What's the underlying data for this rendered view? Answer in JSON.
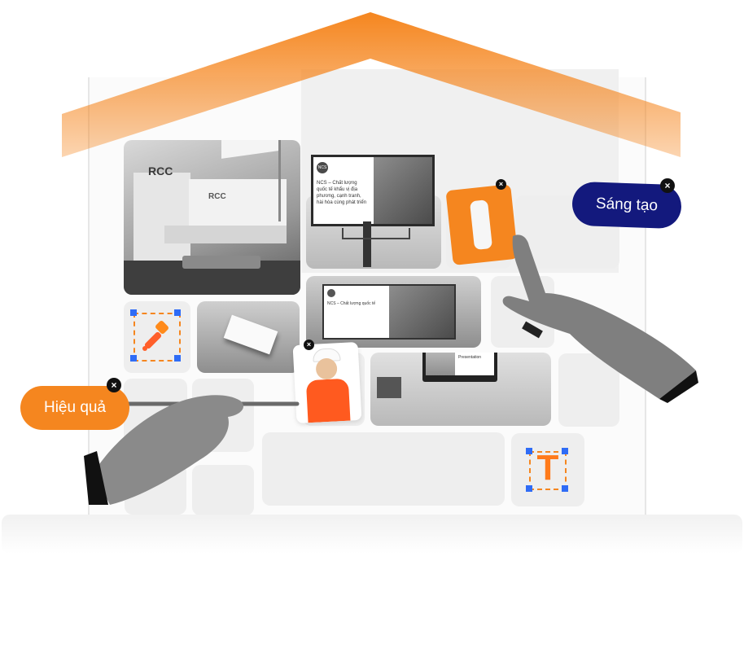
{
  "badges": {
    "effective": "Hiệu quả",
    "creative": "Sáng tạo"
  },
  "brands": {
    "rcc_sign": "RCC",
    "rcc_wall": "RCC",
    "ncs_logo": "NCS",
    "ncs_slogan": "NCS – Chất lượng quốc tế khẩu vị địa phương, cạnh tranh, hài hòa cùng phát triển"
  },
  "icons": {
    "close": "×",
    "text_tool": "T"
  },
  "colors": {
    "orange": "#f5861f",
    "navy": "#13197d",
    "selection_blue": "#2f6cf6"
  }
}
